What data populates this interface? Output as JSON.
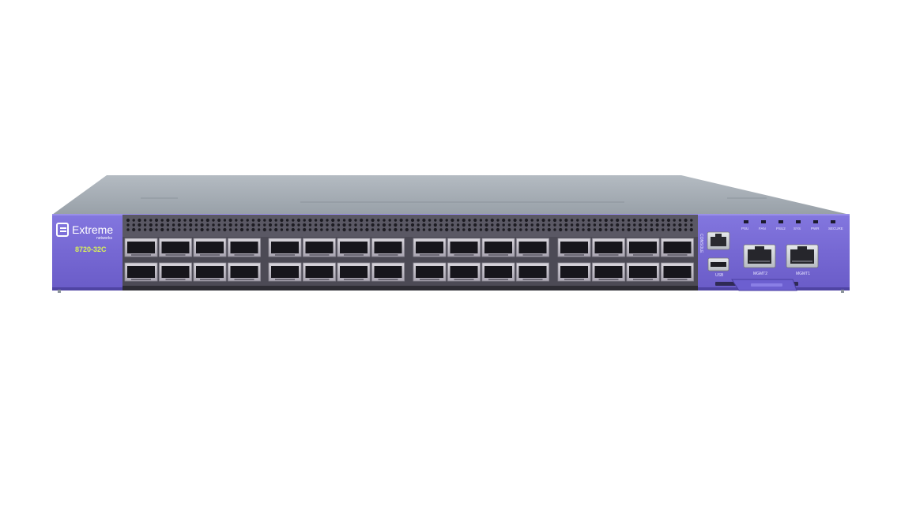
{
  "brand": {
    "name": "Extreme",
    "sub": "networks",
    "logo_icon": "extreme-e-logo"
  },
  "model": "8720-32C",
  "ports": {
    "qsfp_count": 32,
    "console_label": "CONSOLE",
    "usb_label": "USB",
    "mgmt_labels": [
      "MGMT2",
      "MGMT1"
    ]
  },
  "status_leds": [
    "PSU",
    "FAN",
    "PSU2",
    "SYS",
    "PWR",
    "SECURE"
  ],
  "colors": {
    "chassis_top": "#a7aeb6",
    "faceplate": "#7b6fd6",
    "faceplate_dark": "#5d51b8",
    "model_text": "#d8f05a",
    "port_cage": "#c9c6cf",
    "port_dark": "#1c1b22",
    "rj45_metal": "#d5d8dd"
  }
}
